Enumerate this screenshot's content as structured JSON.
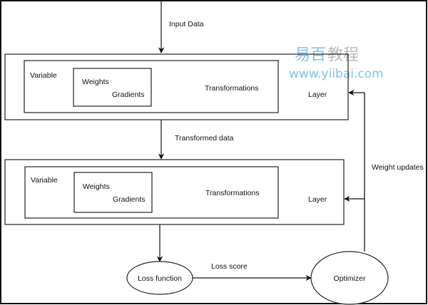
{
  "diagram": {
    "edges": {
      "input": "Input Data",
      "transformed": "Transformed data",
      "loss_score": "Loss score",
      "weight_updates": "Weight updates"
    },
    "layers": [
      {
        "label": "Layer",
        "variable": "Variable",
        "weights": "Weights",
        "gradients": "Gradients",
        "transformations": "Transformations"
      },
      {
        "label": "Layer",
        "variable": "Variable",
        "weights": "Weights",
        "gradients": "Gradients",
        "transformations": "Transformations"
      }
    ],
    "loss_function": "Loss function",
    "optimizer": "Optimizer"
  },
  "watermark": {
    "cn_part1": "易百",
    "cn_part2": "教程",
    "url": "www.yiibai.com",
    "colors": {
      "blue": "#7fc3e8",
      "gray": "#b9b9b9"
    }
  }
}
